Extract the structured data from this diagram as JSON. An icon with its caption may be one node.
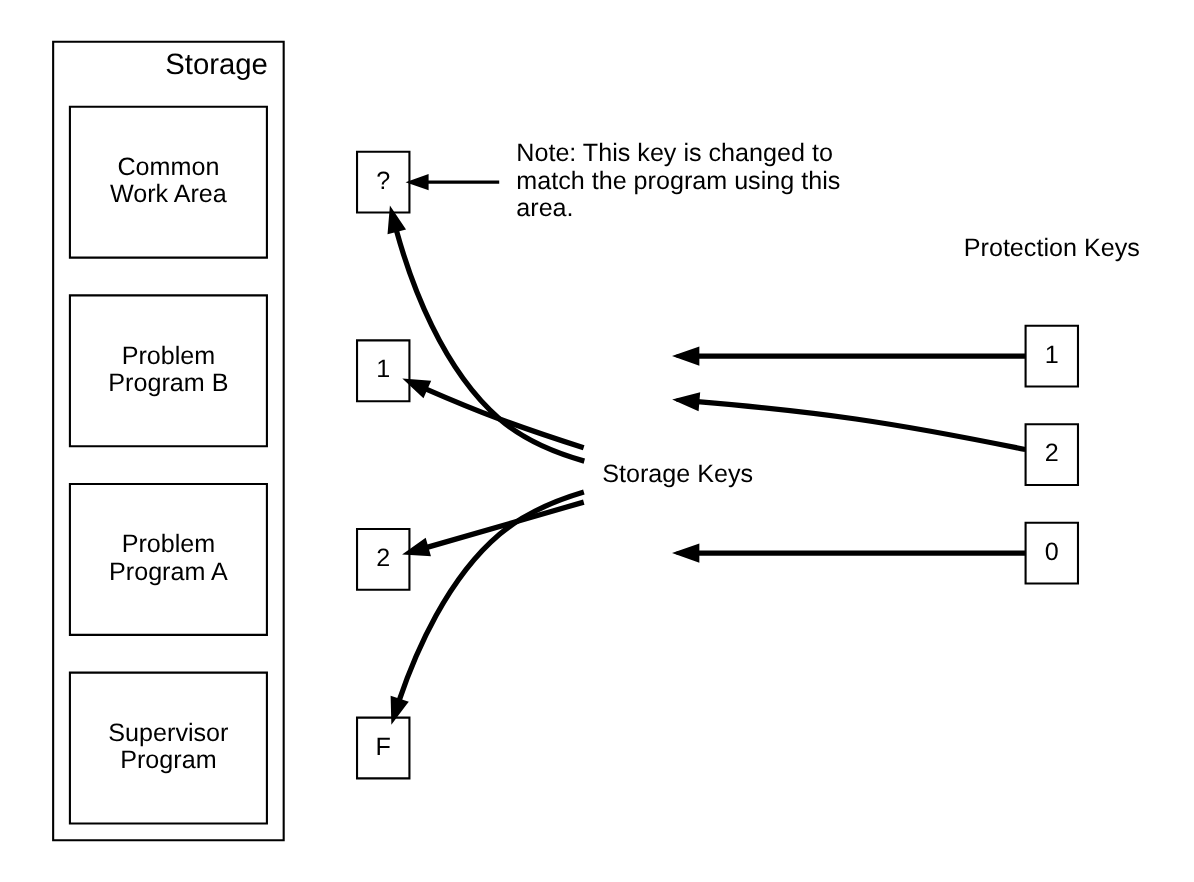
{
  "diagram": {
    "nodes": [
      {
        "text": [
          "Storage"
        ]
      },
      {
        "text": [
          "Common",
          "Work Area"
        ],
        "in": 0
      },
      {
        "text": [
          "?"
        ]
      },
      {
        "text": [
          "Problem",
          "Program B"
        ],
        "in": 0
      },
      {
        "text": [
          "1"
        ]
      },
      {
        "text": [
          "Problem",
          "Program A"
        ],
        "in": 0
      },
      {
        "text": [
          "2"
        ]
      },
      {
        "text": [
          "Supervisor",
          "Program"
        ],
        "in": 0
      },
      {
        "text": [
          "F"
        ]
      },
      {
        "text": [
          "Storage Keys"
        ]
      },
      {
        "text": [
          "1"
        ]
      },
      {
        "text": [
          "2"
        ]
      },
      {
        "text": [
          "0"
        ]
      },
      {
        "text": [
          "Note: This key is changed to match the program using this area."
        ]
      }
    ],
    "edges": [
      {
        "from": 13,
        "to": 2,
        "arrow": "to"
      },
      {
        "from": 9,
        "to": 2,
        "arrow": "to"
      },
      {
        "from": 9,
        "to": 4,
        "arrow": "to"
      },
      {
        "from": 9,
        "to": 6,
        "arrow": "to"
      },
      {
        "from": 9,
        "to": 8,
        "arrow": "to"
      },
      {
        "from": 10,
        "to": null,
        "arrow": "to"
      },
      {
        "from": 11,
        "to": null,
        "arrow": "to"
      },
      {
        "from": 12,
        "to": null,
        "arrow": "to"
      }
    ],
    "labels": [
      "Protection Keys"
    ]
  }
}
